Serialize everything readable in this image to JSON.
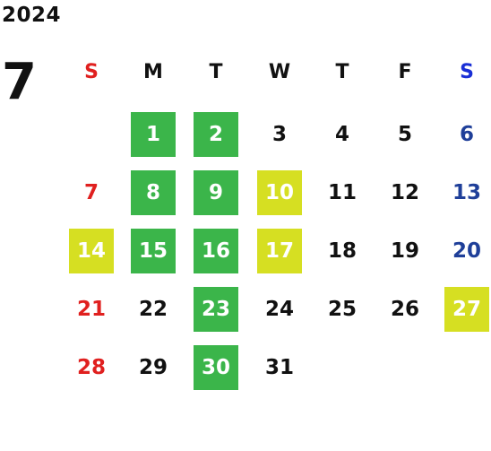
{
  "year": "2024",
  "month": "7",
  "colors": {
    "default_text": "#111111",
    "sunday_text": "#e0201f",
    "saturday_text": "#1f3f99",
    "saturday_header": "#1a2fd6",
    "green_highlight": "#3bb54a",
    "yellow_highlight": "#d6df22",
    "highlight_text": "#ffffff"
  },
  "weekdays": [
    {
      "label": "S",
      "kind": "sunday"
    },
    {
      "label": "M",
      "kind": "weekday"
    },
    {
      "label": "T",
      "kind": "weekday"
    },
    {
      "label": "W",
      "kind": "weekday"
    },
    {
      "label": "T",
      "kind": "weekday"
    },
    {
      "label": "F",
      "kind": "weekday"
    },
    {
      "label": "S",
      "kind": "saturday"
    }
  ],
  "start_weekday_index": 1,
  "days": [
    {
      "day": "1",
      "highlight": "green"
    },
    {
      "day": "2",
      "highlight": "green"
    },
    {
      "day": "3",
      "highlight": "none"
    },
    {
      "day": "4",
      "highlight": "none"
    },
    {
      "day": "5",
      "highlight": "none"
    },
    {
      "day": "6",
      "highlight": "none"
    },
    {
      "day": "7",
      "highlight": "none"
    },
    {
      "day": "8",
      "highlight": "green"
    },
    {
      "day": "9",
      "highlight": "green"
    },
    {
      "day": "10",
      "highlight": "yellow"
    },
    {
      "day": "11",
      "highlight": "none"
    },
    {
      "day": "12",
      "highlight": "none"
    },
    {
      "day": "13",
      "highlight": "none"
    },
    {
      "day": "14",
      "highlight": "yellow"
    },
    {
      "day": "15",
      "highlight": "green"
    },
    {
      "day": "16",
      "highlight": "green"
    },
    {
      "day": "17",
      "highlight": "yellow"
    },
    {
      "day": "18",
      "highlight": "none"
    },
    {
      "day": "19",
      "highlight": "none"
    },
    {
      "day": "20",
      "highlight": "none"
    },
    {
      "day": "21",
      "highlight": "none"
    },
    {
      "day": "22",
      "highlight": "none"
    },
    {
      "day": "23",
      "highlight": "green"
    },
    {
      "day": "24",
      "highlight": "none"
    },
    {
      "day": "25",
      "highlight": "none"
    },
    {
      "day": "26",
      "highlight": "none"
    },
    {
      "day": "27",
      "highlight": "yellow"
    },
    {
      "day": "28",
      "highlight": "none"
    },
    {
      "day": "29",
      "highlight": "none"
    },
    {
      "day": "30",
      "highlight": "green"
    },
    {
      "day": "31",
      "highlight": "none"
    }
  ]
}
